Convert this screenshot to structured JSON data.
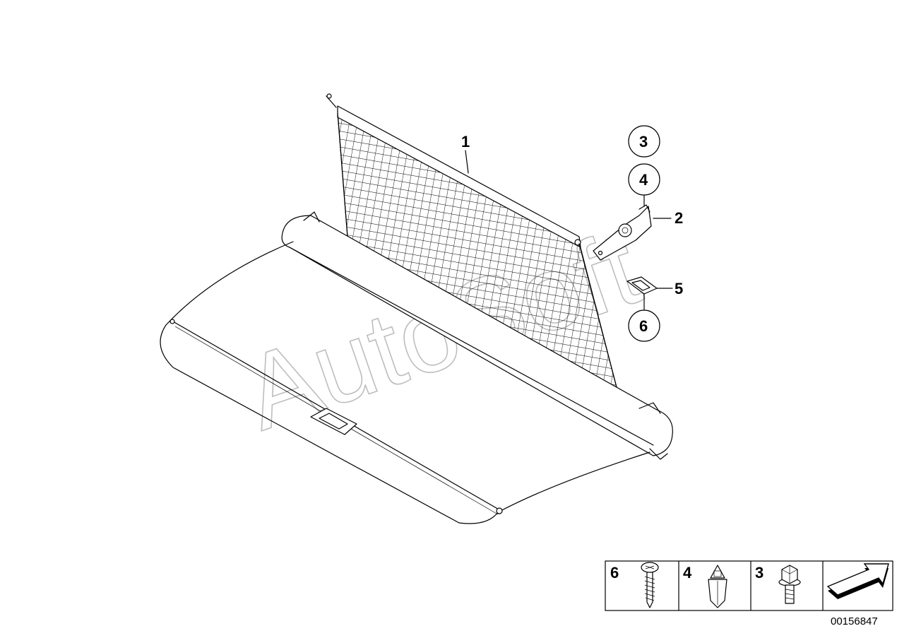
{
  "diagram": {
    "watermark": "AutoSoft",
    "document_number": "00156847",
    "callouts": [
      {
        "id": "c1",
        "label": "1",
        "circled": false
      },
      {
        "id": "c2",
        "label": "2",
        "circled": false
      },
      {
        "id": "c3",
        "label": "3",
        "circled": true
      },
      {
        "id": "c4",
        "label": "4",
        "circled": true
      },
      {
        "id": "c5",
        "label": "5",
        "circled": false
      },
      {
        "id": "c6",
        "label": "6",
        "circled": true
      }
    ],
    "legend": [
      {
        "label": "6",
        "icon": "screw-icon"
      },
      {
        "label": "4",
        "icon": "clip-nut-icon"
      },
      {
        "label": "3",
        "icon": "hex-bolt-icon"
      },
      {
        "label": "",
        "icon": "arrow-icon"
      }
    ]
  }
}
